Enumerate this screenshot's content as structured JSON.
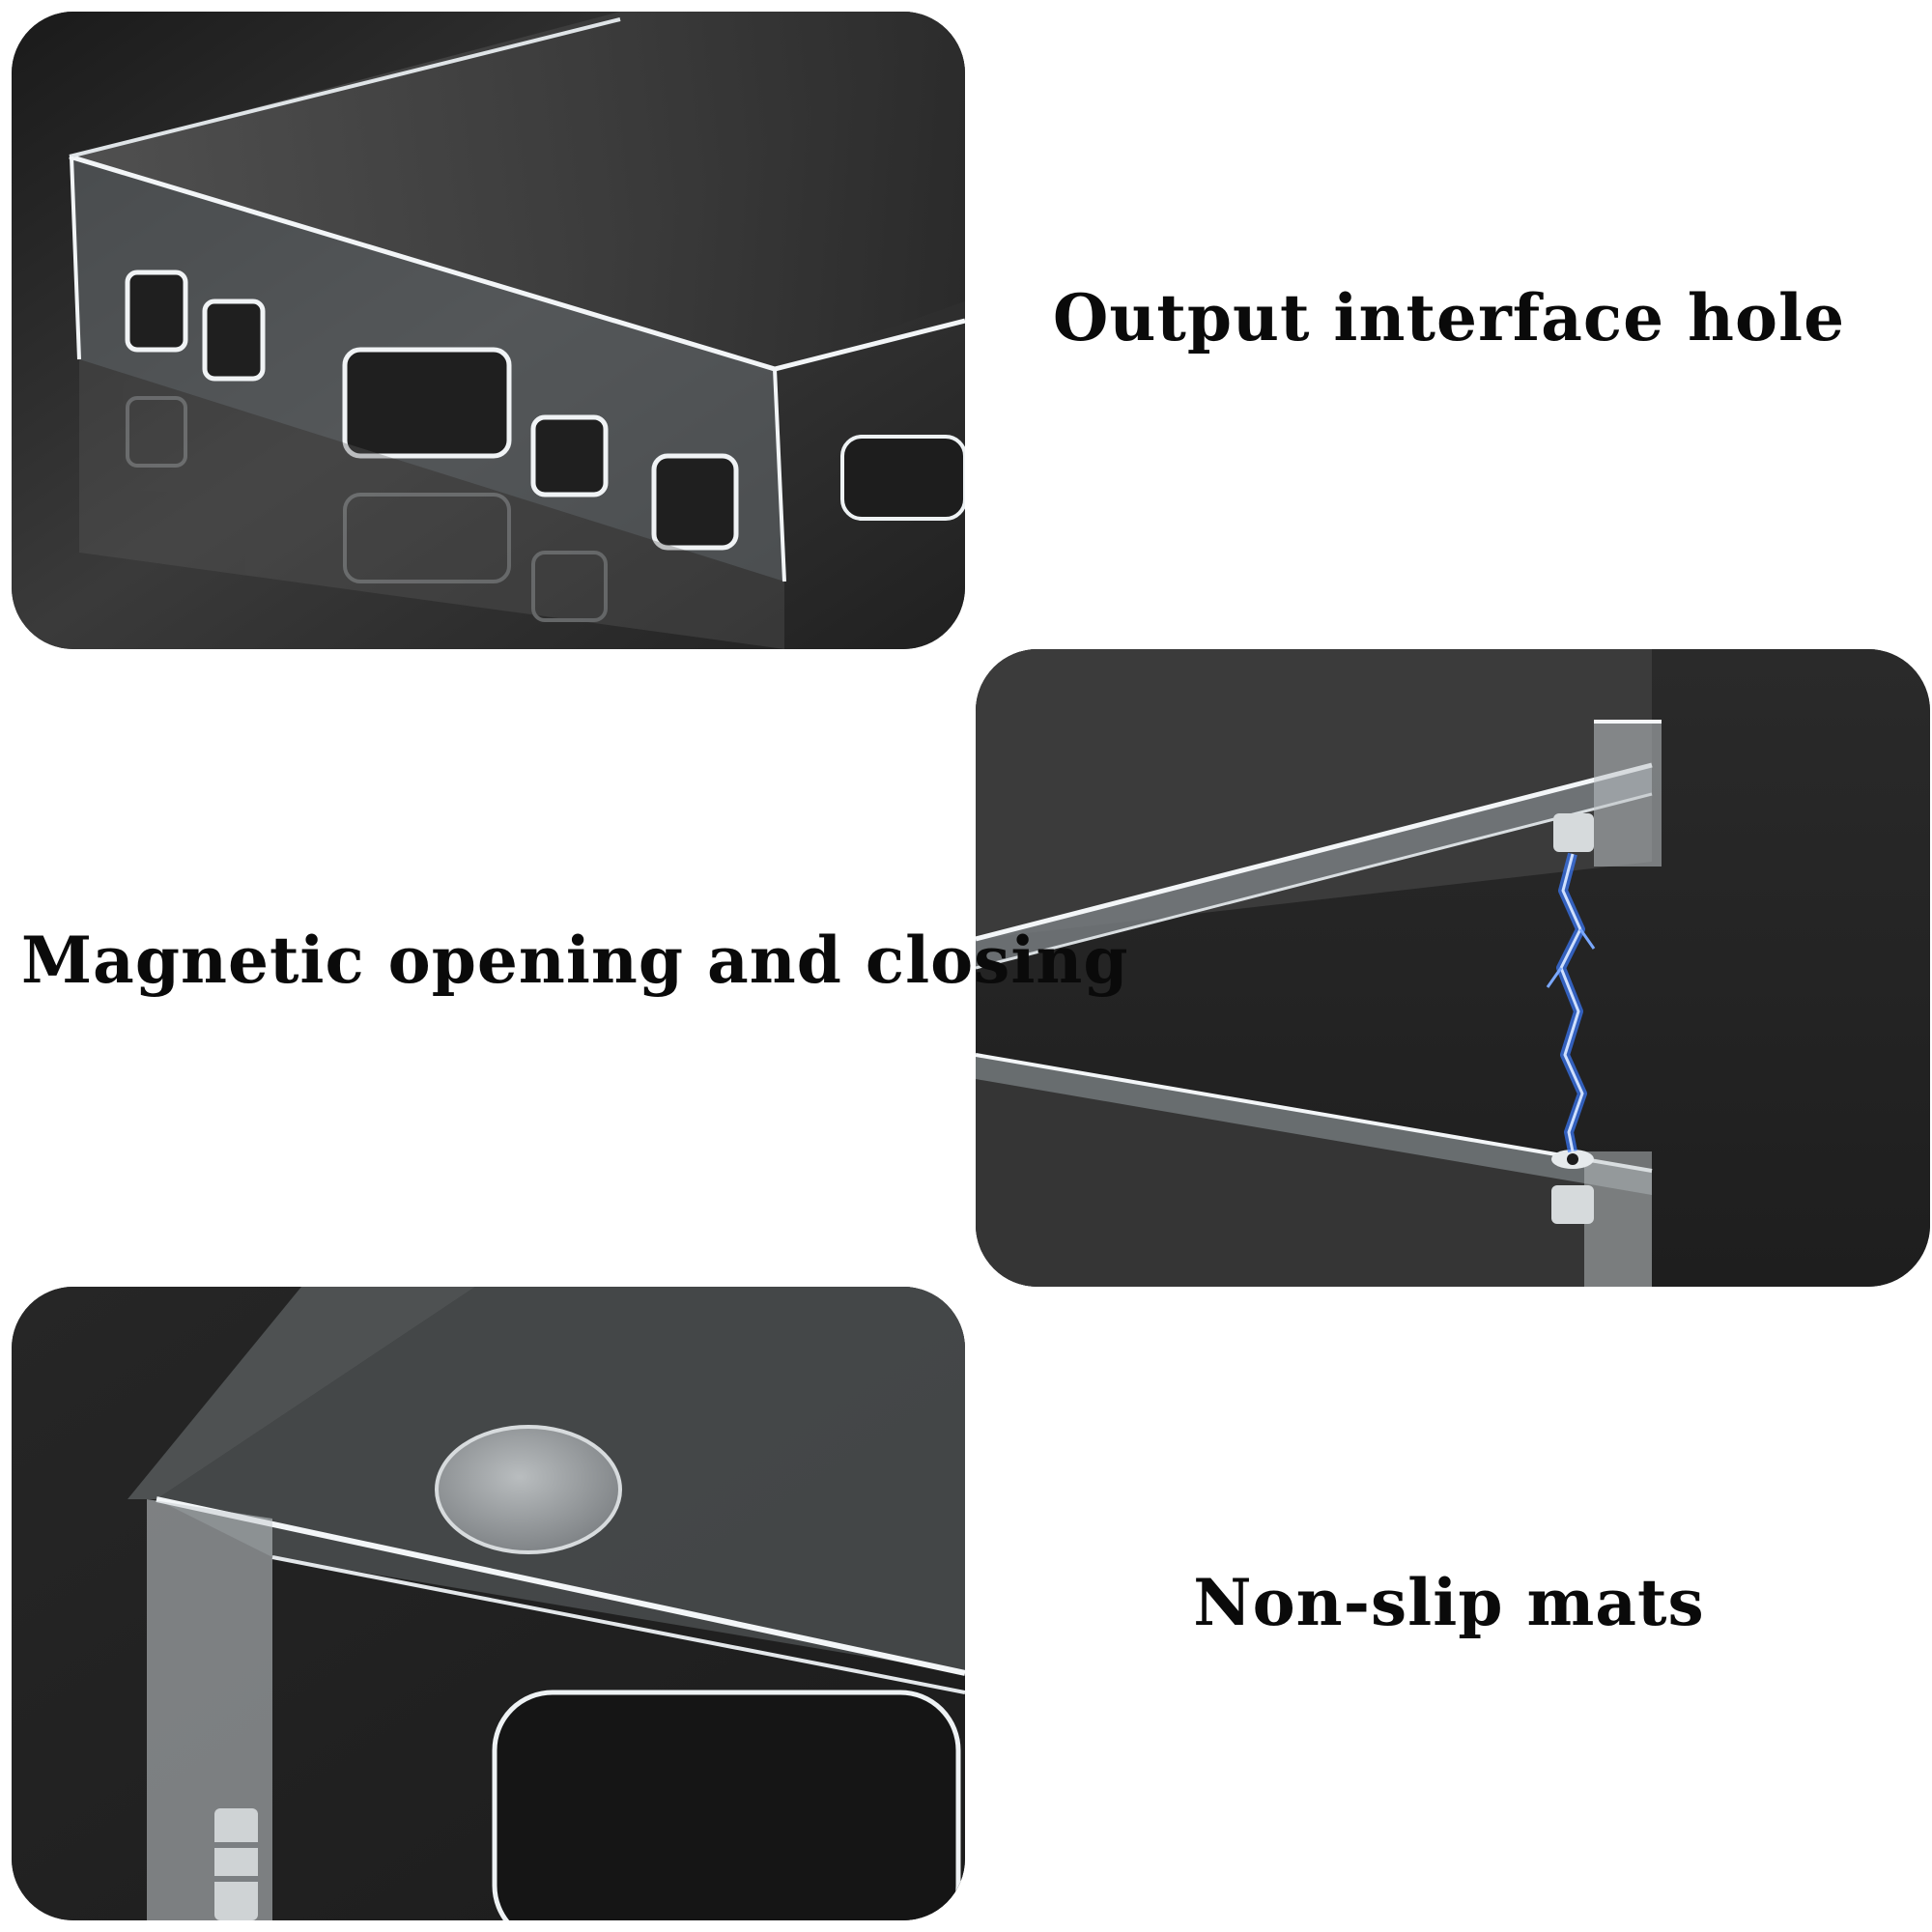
{
  "captions": {
    "output_interface": "Output interface hole",
    "magnetic": "Magnetic opening and closing",
    "non_slip": "Non-slip mats"
  },
  "colors": {
    "background": "#ffffff",
    "panel_bg": "#2c2c2c",
    "acrylic_edge": "#e8edf0",
    "spark": "#3a7bff",
    "caption_text": "#0a0a0a"
  },
  "panels": [
    {
      "subject": "acrylic case side with cut-out port holes"
    },
    {
      "subject": "acrylic lid corner with magnet and blue spark"
    },
    {
      "subject": "acrylic base corner with round non-slip pad"
    }
  ]
}
